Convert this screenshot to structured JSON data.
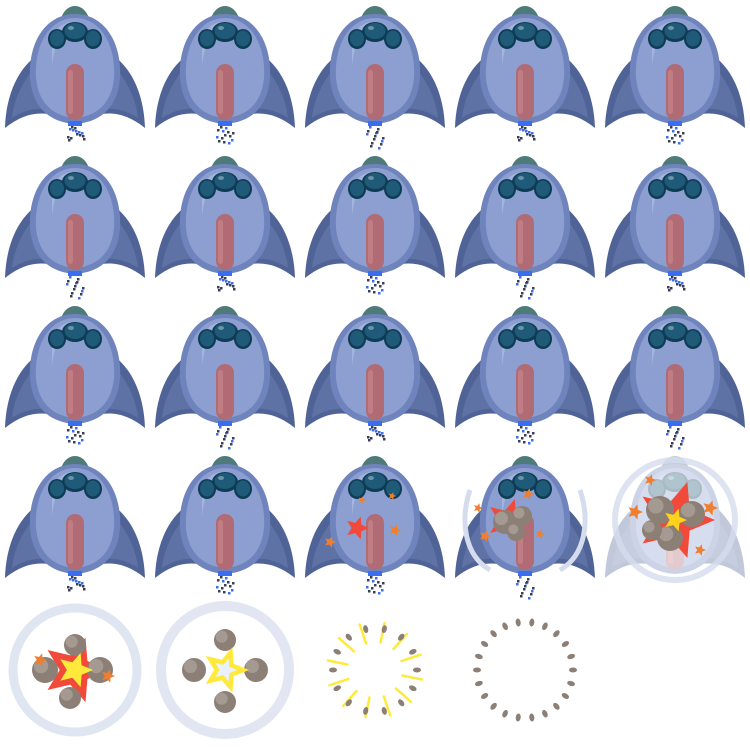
{
  "sprite_sheet": {
    "grid": {
      "columns": 5,
      "rows": 5
    },
    "colors": {
      "hull": "#8c9fd0",
      "hull_light": "#a9b9e2",
      "hull_shadow": "#6f84bd",
      "wing": "#4f6396",
      "wing_light": "#6c80b3",
      "nose": "#4f7a7a",
      "window": "#1f5a78",
      "window_rim": "#0f3c55",
      "stripe": "#b06b74",
      "flame_blue": "#3a6df0",
      "smoke": "#8c7f76",
      "fire_orange": "#ef7f2f",
      "fire_red": "#f24a3a",
      "fire_yellow": "#ffd21e",
      "flash": "#ffea3b",
      "shock": "#d5dced"
    },
    "frames": [
      {
        "state": "flying",
        "thrust": 1
      },
      {
        "state": "flying",
        "thrust": 2
      },
      {
        "state": "flying",
        "thrust": 3
      },
      {
        "state": "flying",
        "thrust": 1
      },
      {
        "state": "flying",
        "thrust": 2
      },
      {
        "state": "flying",
        "thrust": 3
      },
      {
        "state": "flying",
        "thrust": 1
      },
      {
        "state": "flying",
        "thrust": 2
      },
      {
        "state": "flying",
        "thrust": 3
      },
      {
        "state": "flying",
        "thrust": 1
      },
      {
        "state": "flying",
        "thrust": 2
      },
      {
        "state": "flying",
        "thrust": 3
      },
      {
        "state": "flying",
        "thrust": 1
      },
      {
        "state": "flying",
        "thrust": 2
      },
      {
        "state": "flying",
        "thrust": 3
      },
      {
        "state": "flying",
        "thrust": 1
      },
      {
        "state": "flying",
        "thrust": 2
      },
      {
        "state": "explosion",
        "stage": 1
      },
      {
        "state": "explosion",
        "stage": 2
      },
      {
        "state": "explosion",
        "stage": 3
      },
      {
        "state": "explosion",
        "stage": 4
      },
      {
        "state": "explosion",
        "stage": 5
      },
      {
        "state": "explosion",
        "stage": 6
      },
      {
        "state": "explosion",
        "stage": 7
      },
      {
        "state": "empty"
      }
    ]
  }
}
